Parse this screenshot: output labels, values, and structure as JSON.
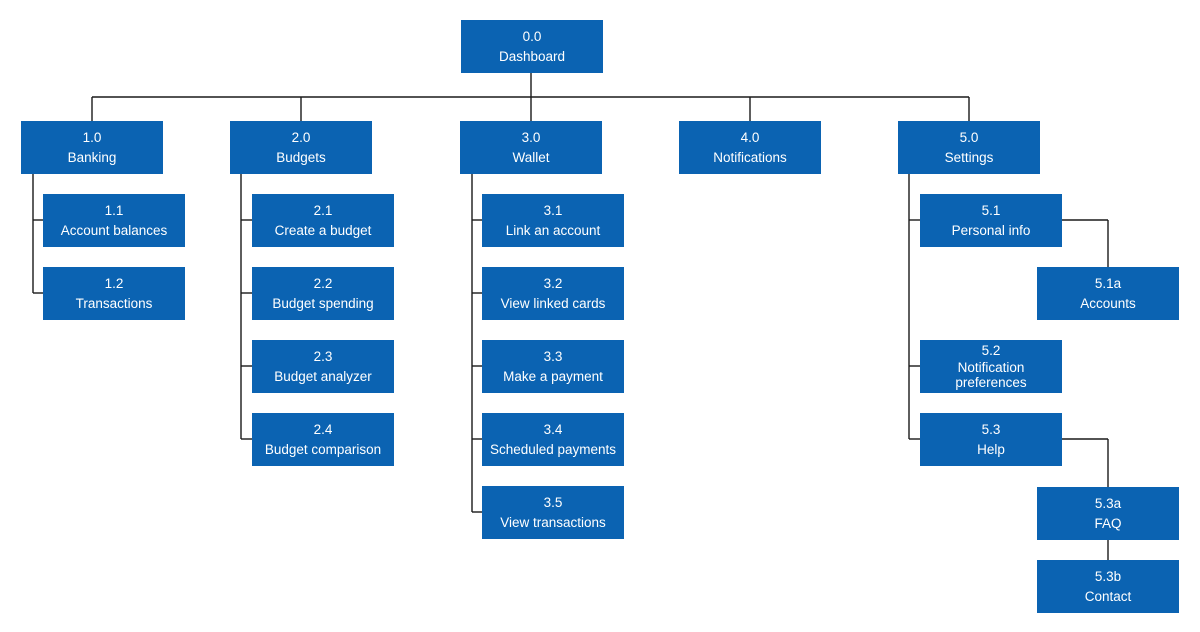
{
  "nodes": {
    "root": {
      "num": "0.0",
      "label": "Dashboard"
    },
    "banking": {
      "num": "1.0",
      "label": "Banking"
    },
    "budgets": {
      "num": "2.0",
      "label": "Budgets"
    },
    "wallet": {
      "num": "3.0",
      "label": "Wallet"
    },
    "notifications": {
      "num": "4.0",
      "label": "Notifications"
    },
    "settings": {
      "num": "5.0",
      "label": "Settings"
    },
    "account_balances": {
      "num": "1.1",
      "label": "Account balances"
    },
    "transactions": {
      "num": "1.2",
      "label": "Transactions"
    },
    "create_budget": {
      "num": "2.1",
      "label": "Create a budget"
    },
    "budget_spending": {
      "num": "2.2",
      "label": "Budget spending"
    },
    "budget_analyzer": {
      "num": "2.3",
      "label": "Budget analyzer"
    },
    "budget_comparison": {
      "num": "2.4",
      "label": "Budget comparison"
    },
    "link_account": {
      "num": "3.1",
      "label": "Link an account"
    },
    "view_linked_cards": {
      "num": "3.2",
      "label": "View linked cards"
    },
    "make_payment": {
      "num": "3.3",
      "label": "Make a payment"
    },
    "scheduled_payments": {
      "num": "3.4",
      "label": "Scheduled payments"
    },
    "view_transactions": {
      "num": "3.5",
      "label": "View transactions"
    },
    "personal_info": {
      "num": "5.1",
      "label": "Personal info"
    },
    "accounts": {
      "num": "5.1a",
      "label": "Accounts"
    },
    "notification_preferences": {
      "num": "5.2",
      "label": "Notification preferences"
    },
    "help": {
      "num": "5.3",
      "label": "Help"
    },
    "faq": {
      "num": "5.3a",
      "label": "FAQ"
    },
    "contact": {
      "num": "5.3b",
      "label": "Contact"
    }
  },
  "colors": {
    "node_fill": "#0b63b2",
    "node_text": "#ffffff",
    "connector": "#1a1a1a"
  }
}
